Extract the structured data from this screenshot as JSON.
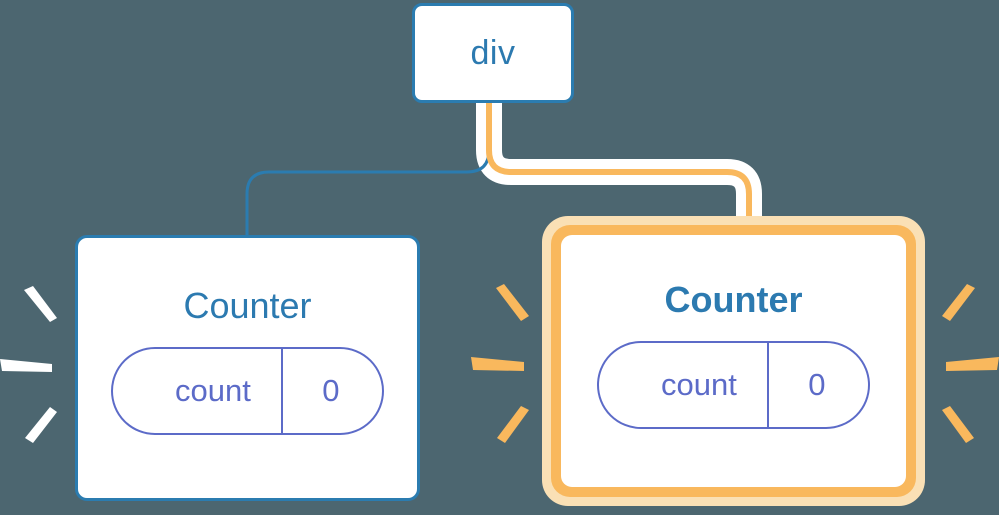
{
  "diagram": {
    "title": "Component tree re-render highlight",
    "background_color": "#4c6670",
    "colors": {
      "node_border_blue": "#2b7cb0",
      "node_title_blue": "#2c7ab0",
      "state_purple": "#5c6bc8",
      "highlight_orange": "#f9b85d",
      "highlight_orange_light": "#fae0b5",
      "wire_white": "#ffffff",
      "node_fill": "#ffffff"
    }
  },
  "nodes": {
    "root": {
      "label": "div",
      "type": "dom-element",
      "highlighted": false
    },
    "counter_left": {
      "label": "Counter",
      "type": "component",
      "highlighted": false,
      "state": {
        "key": "count",
        "value": "0"
      }
    },
    "counter_right": {
      "label": "Counter",
      "type": "component",
      "highlighted": true,
      "state": {
        "key": "count",
        "value": "0"
      }
    }
  },
  "edges": [
    {
      "name": "div-to-counter-left",
      "from": "root",
      "to": "counter_left",
      "style": "blue",
      "color": "#2b7cb0"
    },
    {
      "name": "div-to-counter-right",
      "from": "root",
      "to": "counter_right",
      "style": "orange-highlighted",
      "color": "#f9b85d",
      "halo_color": "#ffffff"
    }
  ],
  "rays": {
    "counter_left": {
      "side": "left",
      "color": "#ffffff",
      "count": 3
    },
    "counter_right_left": {
      "side": "left",
      "color": "#f9b85d",
      "count": 3
    },
    "counter_right_right": {
      "side": "right",
      "color": "#f9b85d",
      "count": 3
    }
  }
}
